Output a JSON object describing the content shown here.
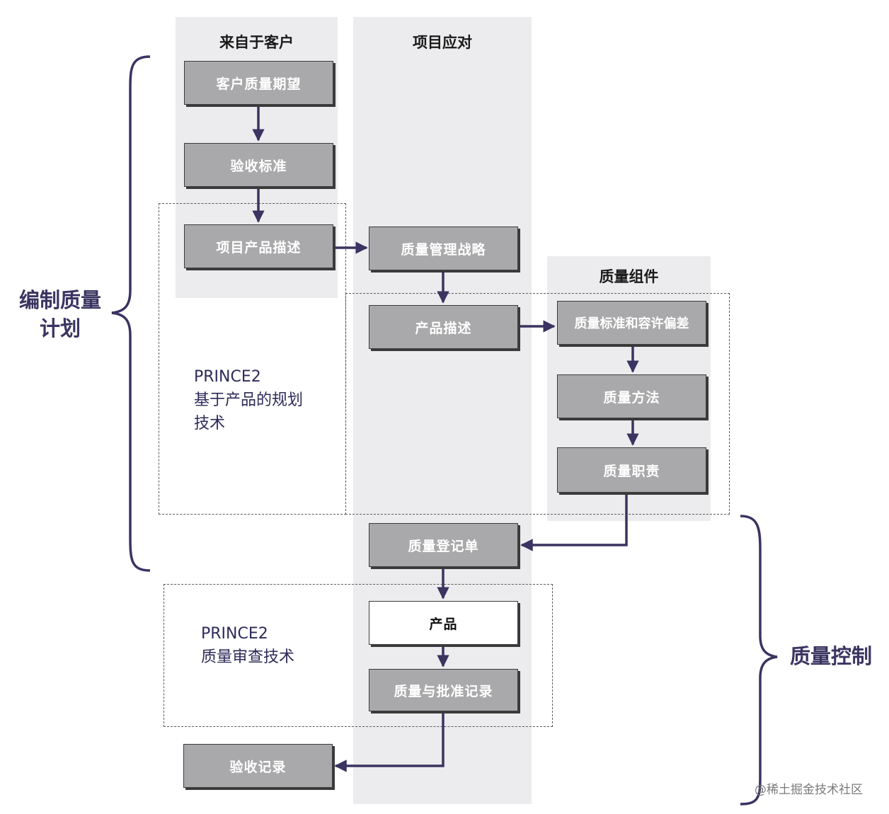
{
  "columns": {
    "customer": "来自于客户",
    "project": "项目应对",
    "components": "质量组件"
  },
  "boxes": {
    "customer_expectations": "客户质量期望",
    "acceptance_criteria": "验收标准",
    "project_product_description": "项目产品描述",
    "quality_management_strategy": "质量管理战略",
    "product_description": "产品描述",
    "quality_criteria": "质量标准和容许偏差",
    "quality_method": "质量方法",
    "quality_responsibilities": "质量职责",
    "quality_register": "质量登记单",
    "product": "产品",
    "quality_approval_records": "质量与批准记录",
    "acceptance_records": "验收记录"
  },
  "notes": {
    "planning_technique": [
      "PRINCE2",
      "基于产品的规划",
      "技术"
    ],
    "review_technique": [
      "PRINCE2",
      "质量审查技术"
    ]
  },
  "brackets": {
    "planning": [
      "编制质量",
      "计划"
    ],
    "control": "质量控制"
  },
  "watermark": "@稀土掘金技术社区",
  "colors": {
    "box_fill": "#a9a9ab",
    "column_fill": "#ececee",
    "arrow": "#3a3461",
    "side_text": "#3a3461"
  }
}
